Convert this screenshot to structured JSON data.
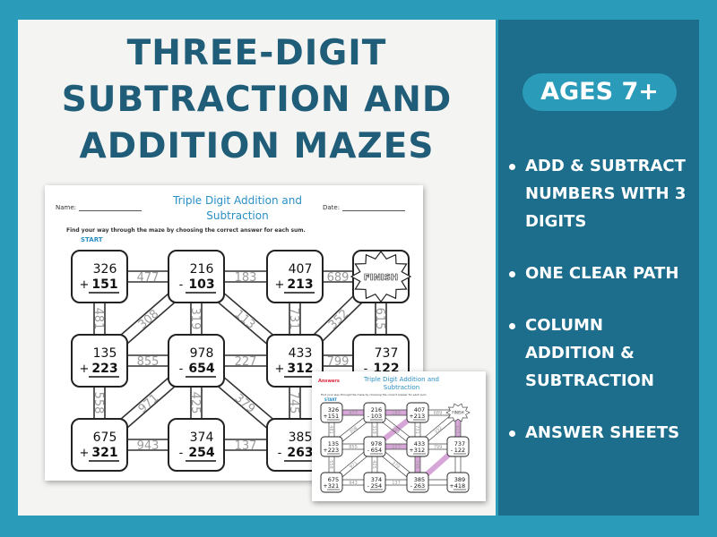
{
  "title_lines": [
    "THREE-DIGIT",
    "SUBTRACTION AND",
    "ADDITION MAZES"
  ],
  "ages_badge": "AGES 7+",
  "features": [
    "ADD & SUBTRACT NUMBERS WITH 3 DIGITS",
    "ONE CLEAR PATH",
    "COLUMN ADDITION & SUBTRACTION",
    "ANSWER SHEETS"
  ],
  "worksheet": {
    "title": "Triple Digit Addition and Subtraction",
    "name_label": "Name:",
    "date_label": "Date:",
    "instructions": "Find your way through the maze by choosing the correct answer for each sum.",
    "start_label": "START",
    "finish_label": "FINISH",
    "cells": [
      {
        "top": "326",
        "op": "+",
        "bottom": "151"
      },
      {
        "top": "216",
        "op": "-",
        "bottom": "103"
      },
      {
        "top": "407",
        "op": "+",
        "bottom": "213"
      },
      {
        "top": "135",
        "op": "+",
        "bottom": "223"
      },
      {
        "top": "978",
        "op": "-",
        "bottom": "654"
      },
      {
        "top": "433",
        "op": "+",
        "bottom": "312"
      },
      {
        "top": "737",
        "op": "-",
        "bottom": "122"
      },
      {
        "top": "675",
        "op": "+",
        "bottom": "321"
      },
      {
        "top": "374",
        "op": "-",
        "bottom": "254"
      },
      {
        "top": "385",
        "op": "-",
        "bottom": "263"
      }
    ],
    "path_numbers": [
      "477",
      "183",
      "689",
      "481",
      "308",
      "319",
      "113",
      "731",
      "352",
      "615",
      "855",
      "227",
      "799",
      "558",
      "971",
      "425",
      "379",
      "745",
      "943",
      "137"
    ]
  },
  "answer_sheet": {
    "label": "Answers",
    "title": "Triple Digit Addition and Subtraction",
    "instructions": "Find your way through the maze by choosing the correct answer for each sum.",
    "start_label": "START",
    "finish_label": "FINISH",
    "extra_cell": {
      "top": "389",
      "op": "+",
      "bottom": "418"
    }
  },
  "colors": {
    "background": "#2a9bb8",
    "right_panel": "#1d6e8c",
    "title_text": "#1f5d78",
    "sheet_title": "#2a8fc4",
    "answer_path": "#d7a6d8"
  }
}
